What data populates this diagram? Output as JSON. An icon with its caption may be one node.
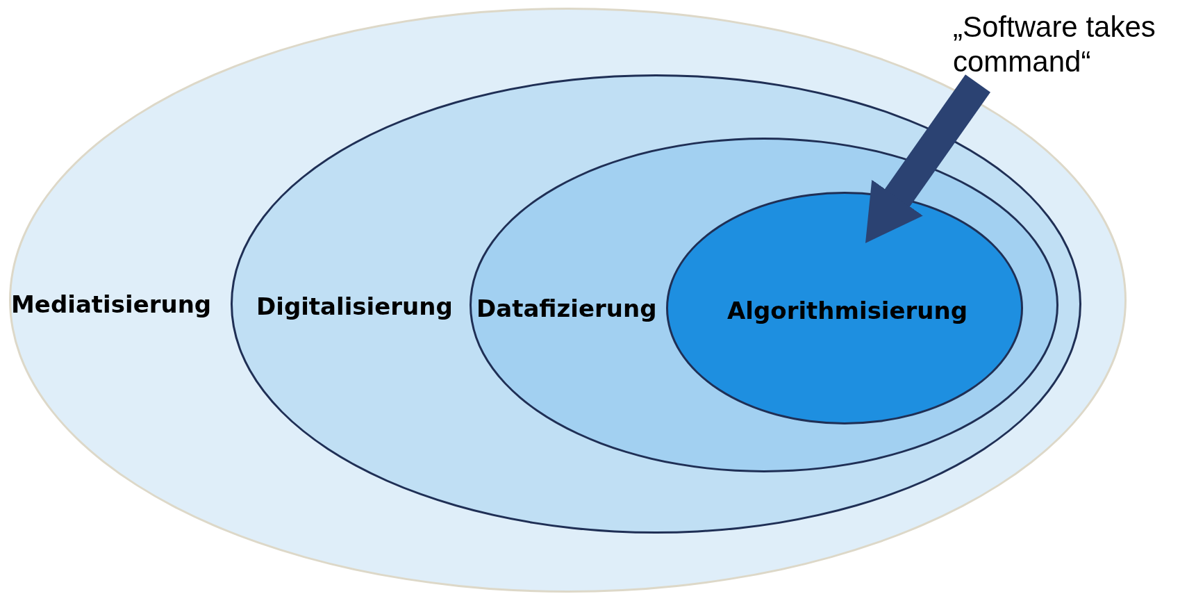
{
  "diagram": {
    "nodes": [
      {
        "text": [
          "Mediatisierung"
        ]
      },
      {
        "text": [
          "Digitalisierung"
        ],
        "in": 0
      },
      {
        "text": [
          "Datafizierung"
        ],
        "in": 1
      },
      {
        "text": [
          "Algorithmisierung"
        ],
        "in": 2
      },
      {
        "text": [
          "„Software takes command“"
        ]
      }
    ],
    "edges": [
      {
        "from": 4,
        "to": 3,
        "arrow": "to"
      }
    ]
  }
}
